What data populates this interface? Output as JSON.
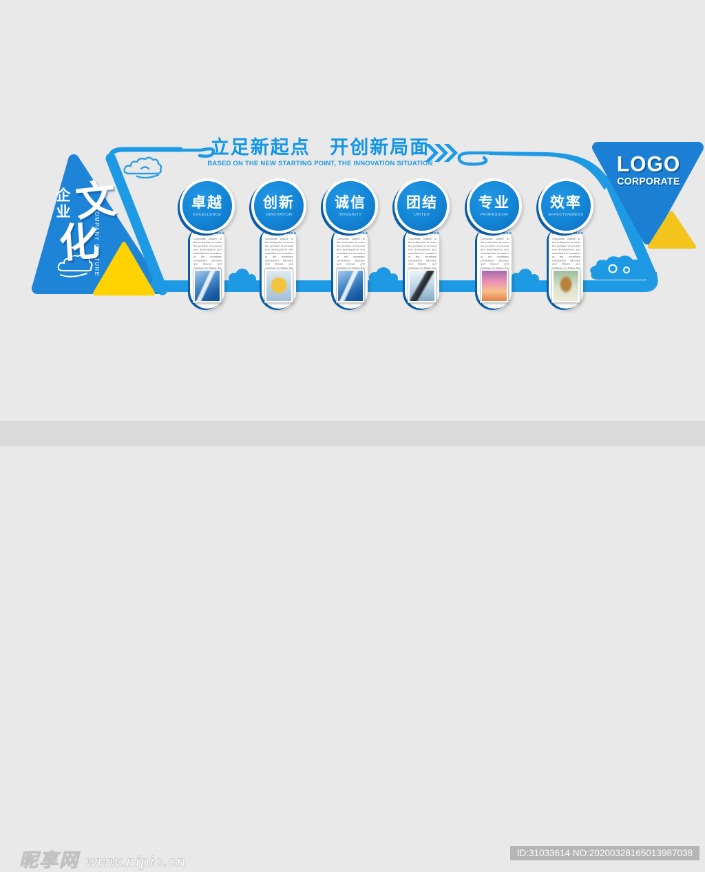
{
  "header": {
    "title": "立足新起点   开创新局面",
    "subtitle": "BASED ON THE NEW STARTING POINT, THE INNOVATION SITUATION"
  },
  "left_triangle": {
    "label_cn_small": "企业",
    "label_cn_big_1": "文",
    "label_cn_big_2": "化",
    "label_en": "COMPANY CULTURE"
  },
  "right_triangle": {
    "logo_line1": "LOGO",
    "logo_line2": "CORPORATE"
  },
  "card_common": {
    "section_title": "COMPANY PROFILE",
    "profile_text": "Corporate culture is the enterprise to solve the problem of survival and development and establish the formation of the members considered effective and shared, and continue to follow the basic beliefs and consciousness. Corporate culture embodied a core idea of business management, and the resulting organizational behavior."
  },
  "cards": [
    {
      "cn": "卓越",
      "en": "EXCELLENCE",
      "photo": "mountain-climb-team-photo"
    },
    {
      "cn": "创新",
      "en": "INNOVATION",
      "photo": "golden-trophy-photo"
    },
    {
      "cn": "诚信",
      "en": "INTEGRITY",
      "photo": "mountain-climb-team-photo"
    },
    {
      "cn": "团结",
      "en": "UNITED",
      "photo": "flying-eagle-photo"
    },
    {
      "cn": "专业",
      "en": "PROFESSION",
      "photo": "sunset-silhouette-photo"
    },
    {
      "cn": "效率",
      "en": "EFFECTIVENESS",
      "photo": "running-cheetah-photo"
    }
  ],
  "watermark": {
    "site_name": "昵享网",
    "site_url": "www.nipic.cn",
    "id_text": "ID:31033614 NO:20200328165013987038"
  },
  "colors": {
    "background": "#e9e9e9",
    "primary_blue": "#1e9ae4",
    "dark_blue": "#0a5ca6",
    "badge_blue": "#1385d6",
    "accent_yellow": "#ffd200",
    "title_blue": "#1295e8",
    "watermark_bar": "#dadada"
  }
}
